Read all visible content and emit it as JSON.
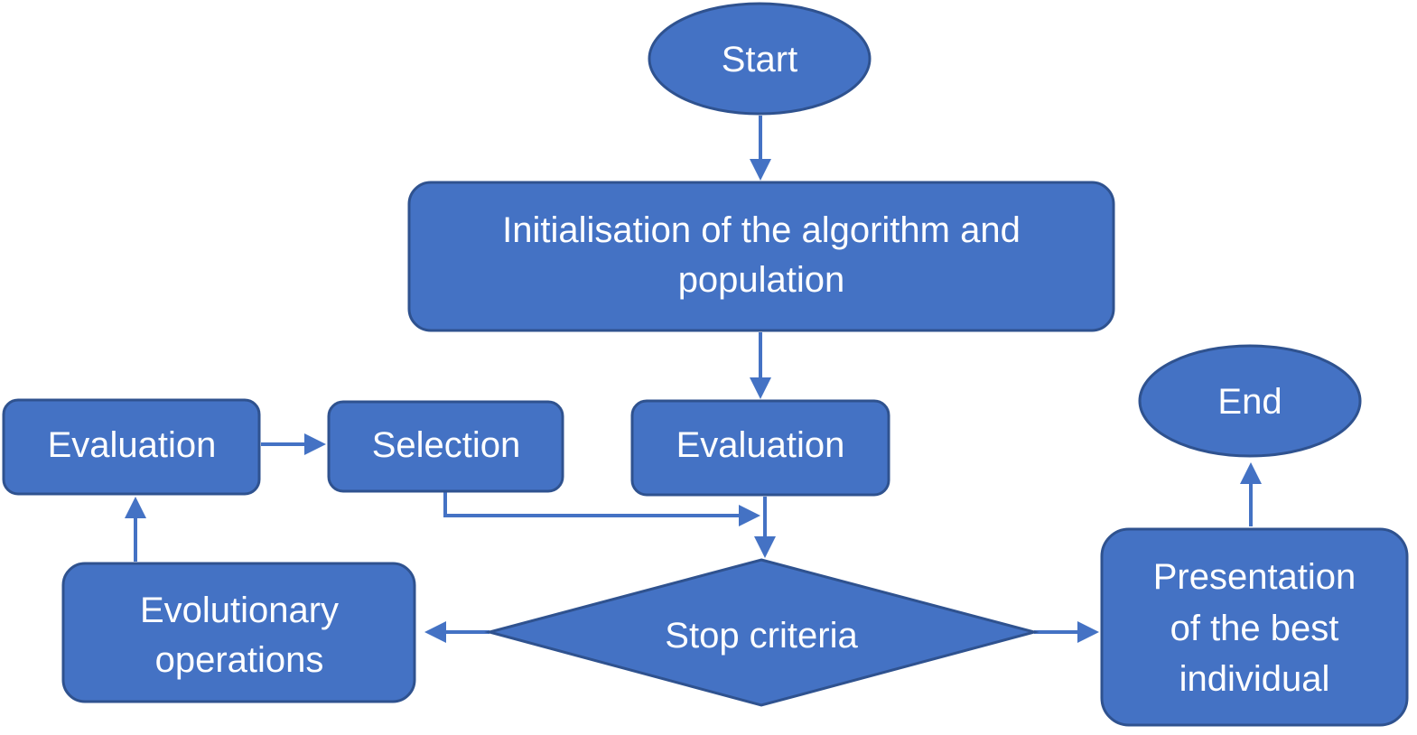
{
  "theme": {
    "fill": "#4472c4",
    "border": "#2f528f",
    "text": "#ffffff",
    "connector": "#4472c4"
  },
  "nodes": {
    "start": "Start",
    "initialisation": [
      "Initialisation of the algorithm and",
      "population"
    ],
    "evaluation_main": "Evaluation",
    "evaluation_side": "Evaluation",
    "selection": "Selection",
    "stop_criteria": "Stop criteria",
    "evolutionary": [
      "Evolutionary",
      "operations"
    ],
    "presentation": [
      "Presentation",
      "of the best",
      "individual"
    ],
    "end": "End"
  }
}
